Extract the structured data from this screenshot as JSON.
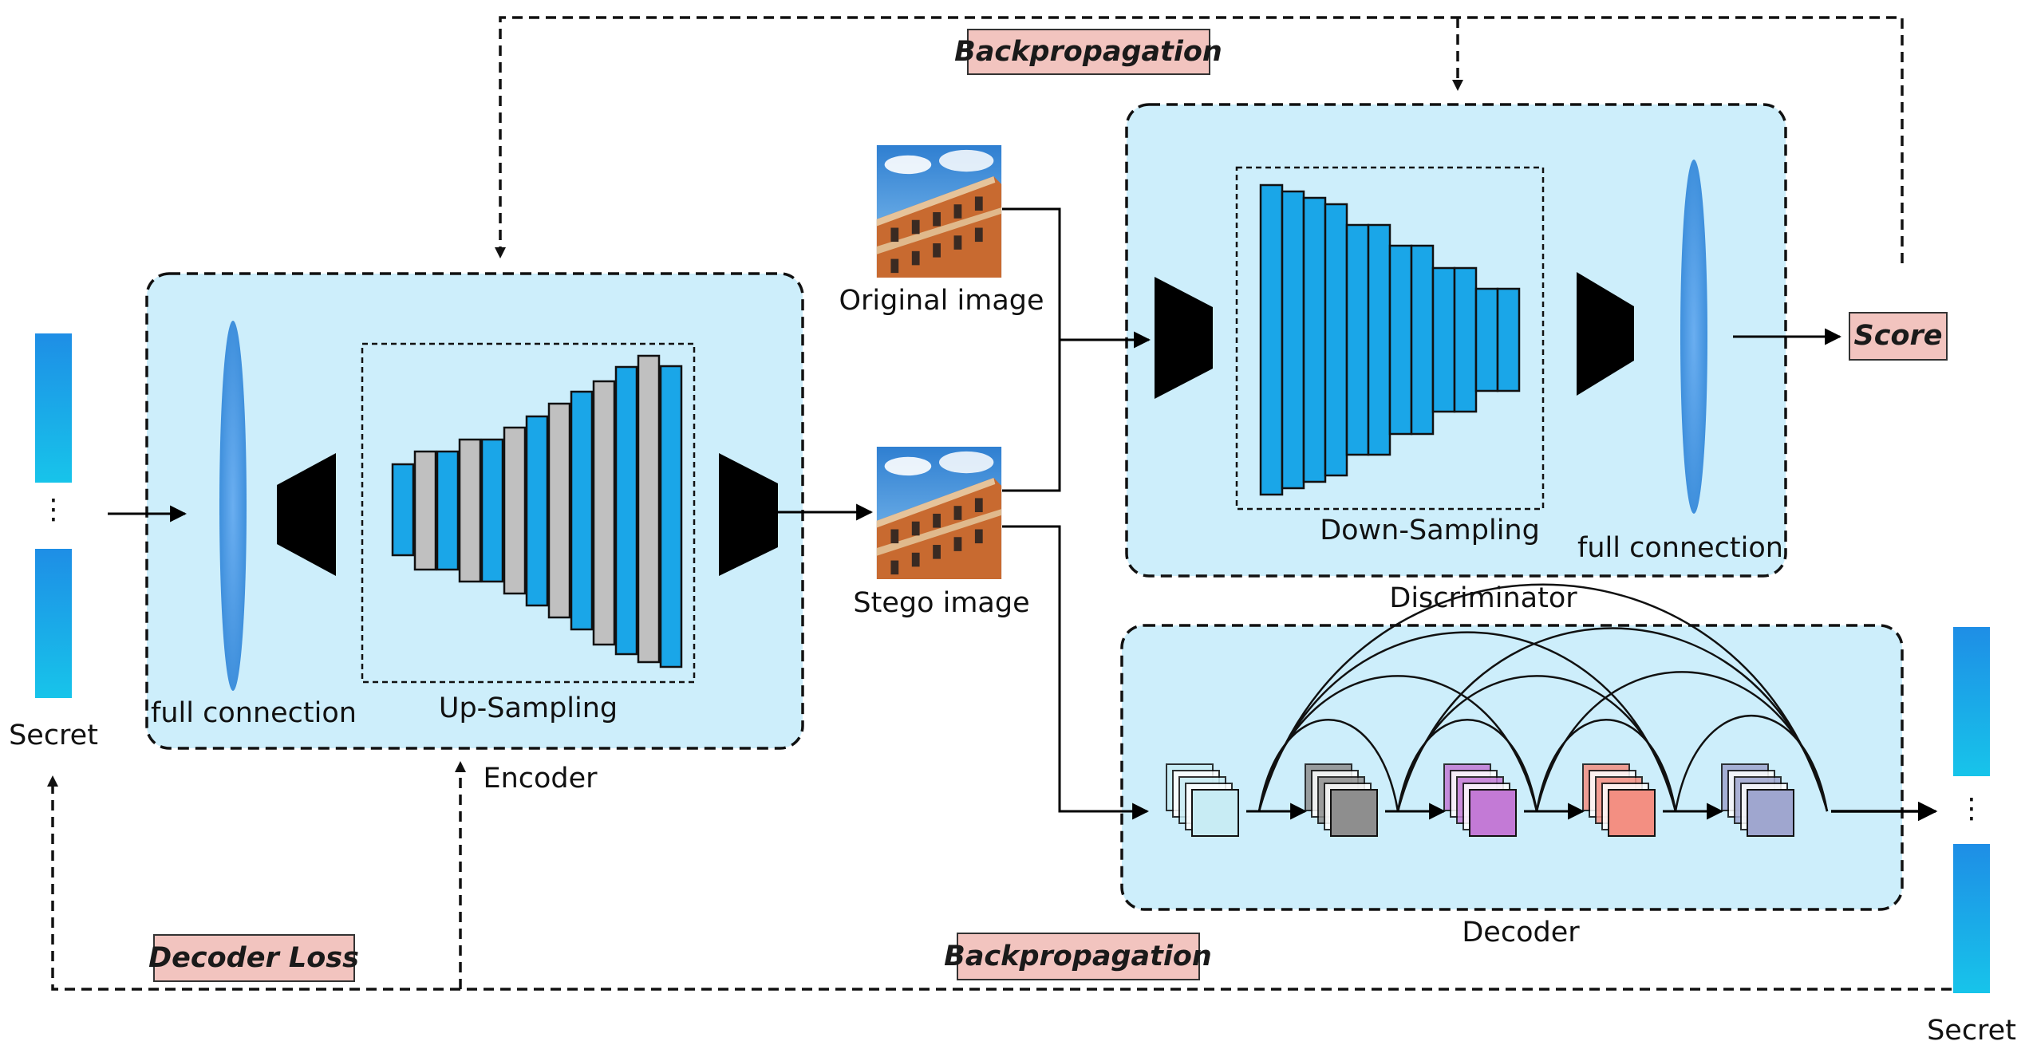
{
  "labels": {
    "secret_left": "Secret",
    "secret_right": "Secret",
    "ellipsis": "⋮",
    "encoder_fc": "full connection",
    "up_sampling": "Up-Sampling",
    "encoder": "Encoder",
    "original_image": "Original image",
    "stego_image": "Stego image",
    "down_sampling": "Down-Sampling",
    "discriminator_fc": "full connection",
    "discriminator": "Discriminator",
    "decoder": "Decoder"
  },
  "tags": {
    "backprop_top": "Backpropagation",
    "score": "Score",
    "decoder_loss": "Decoder Loss",
    "backprop_bottom": "Backpropagation"
  },
  "colors": {
    "panel_fill": "#cdeefb",
    "tag_fill": "#f2c4bf",
    "block_blue": "#1aa6e8",
    "block_gray": "#c0c0c0",
    "lens": "#4a9de0"
  },
  "decoder_block_colors": [
    "#c8ecf4",
    "#8e8e8e",
    "#c37ad6",
    "#f38f82",
    "#9fa6cf"
  ],
  "icons": {
    "image_thumbnail": "building-photo-icon"
  }
}
